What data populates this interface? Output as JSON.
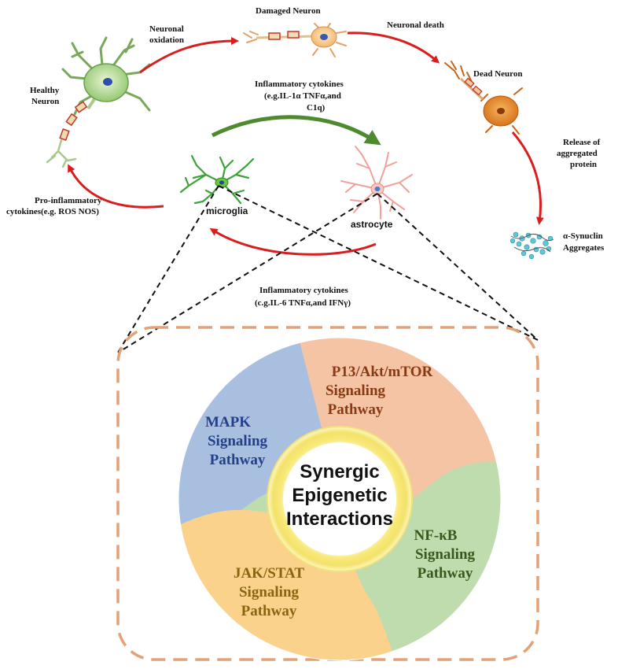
{
  "labels": {
    "damaged_neuron": "Damaged Neuron",
    "neuronal_oxidation": [
      "Neuronal",
      "oxidation"
    ],
    "neuronal_death": "Neuronal death",
    "dead_neuron": "Dead Neuron",
    "healthy_neuron": [
      "Healthy",
      "Neuron"
    ],
    "inflammatory_top": [
      "Inflammatory cytokines",
      "(e.g.IL-1α TNFα,and",
      "C1q)"
    ],
    "release": [
      "Release of",
      "aggregated",
      "protein"
    ],
    "pro_inflammatory": [
      "Pro-inflammatory",
      "cytokines(e.g. ROS NOS)"
    ],
    "microglia": "microglia",
    "astrocyte": "astrocyte",
    "synuclein": [
      "α-Synuclin",
      "Aggregates"
    ],
    "inflammatory_bottom": [
      "Inflammatory cytokines",
      "(c.g.IL-6 TNFα,and IFNγ)"
    ]
  },
  "pathways": {
    "pi3k": [
      "P13/Akt/mTOR",
      "Signaling",
      "Pathway"
    ],
    "mapk": [
      "MAPK",
      "Signaling",
      "Pathway"
    ],
    "nfkb": [
      "NF-κB",
      "Signaling",
      "Pathway"
    ],
    "jak": [
      "JAK/STAT",
      "Signaling",
      "Pathway"
    ]
  },
  "center": [
    "Synergic",
    "Epigenetic",
    "Interactions"
  ],
  "colors": {
    "arrow_red": "#d81e1e",
    "arrow_green": "#4e8a2e",
    "dashed_border": "#e2a177",
    "mapk_blue": "#a9bfe0",
    "pi3k_orange": "#f4c4a5",
    "nfkb_green": "#bfdcae",
    "jak_yellow": "#fbd28b",
    "mapk_text": "#23408a",
    "pi3k_text": "#8a3a12",
    "nfkb_text": "#365a1c",
    "jak_text": "#8a6510"
  }
}
